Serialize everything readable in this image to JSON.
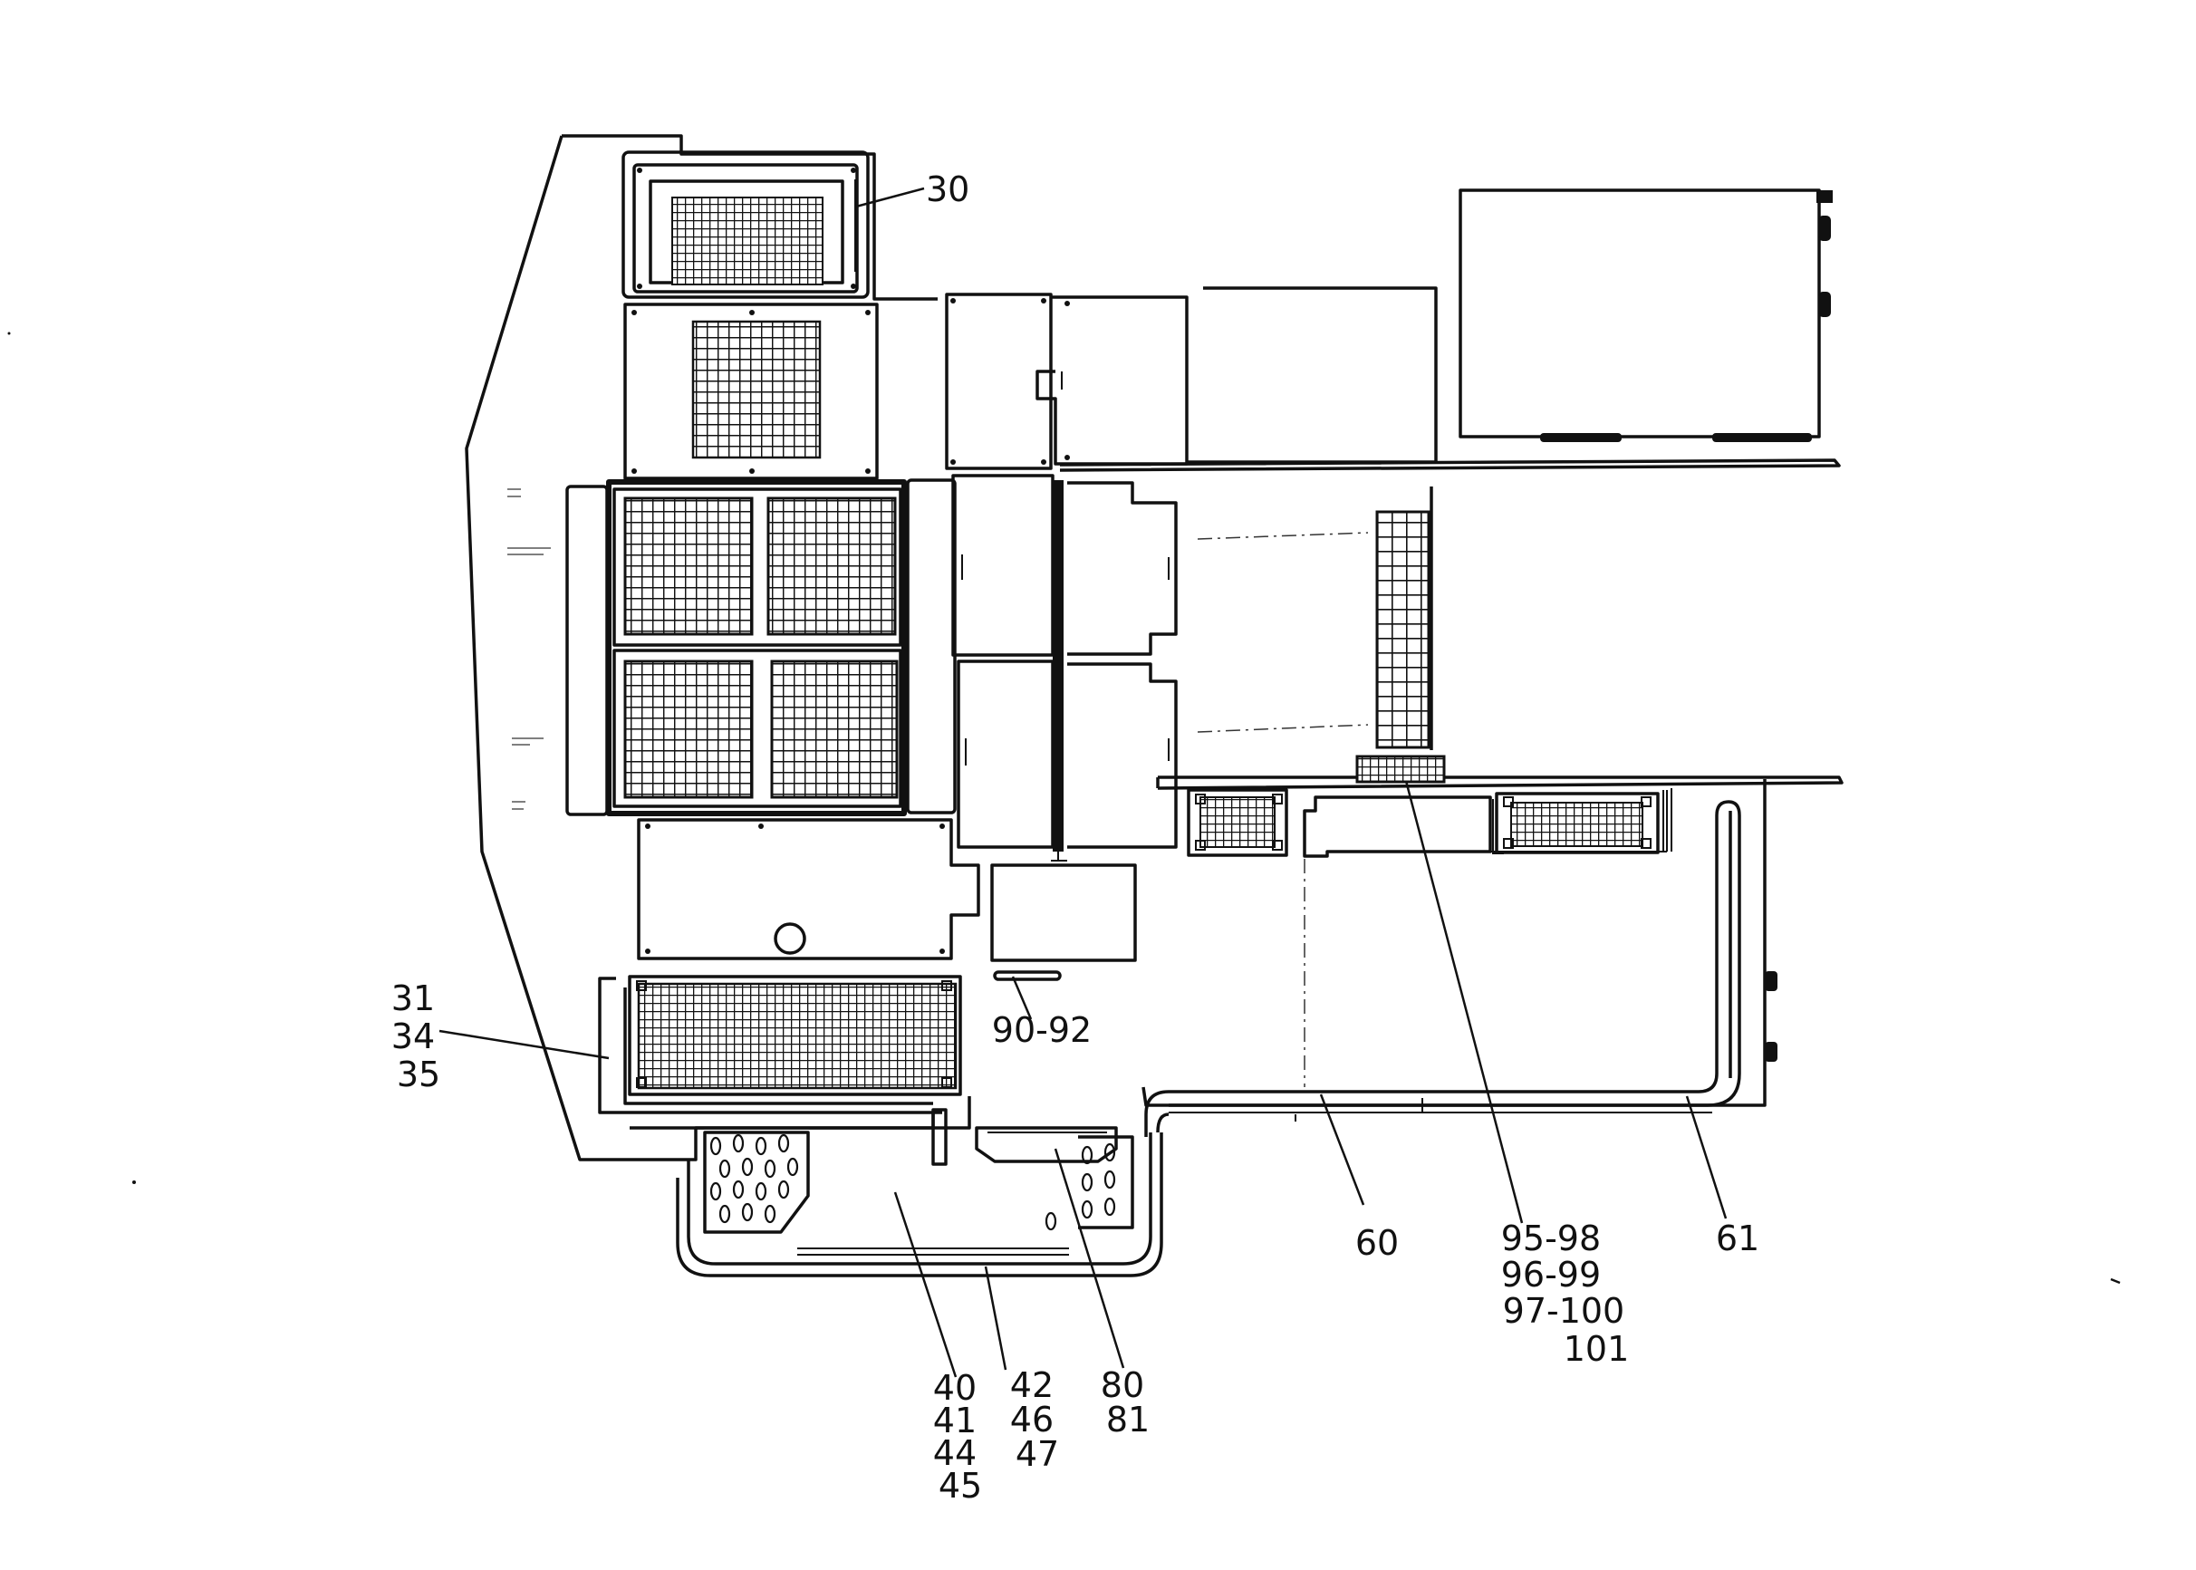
{
  "callouts": {
    "c30": {
      "lines": [
        "30"
      ]
    },
    "c31": {
      "lines": [
        "31",
        "34",
        "35"
      ]
    },
    "c40": {
      "lines": [
        "40",
        "41",
        "44",
        "45"
      ]
    },
    "c42": {
      "lines": [
        "42",
        "46",
        "47"
      ]
    },
    "c80": {
      "lines": [
        "80",
        "81"
      ]
    },
    "c90": {
      "lines": [
        "90-92"
      ]
    },
    "c60": {
      "lines": [
        "60"
      ]
    },
    "c95": {
      "lines": [
        "95-98",
        "96-99",
        "97-100",
        "101"
      ]
    },
    "c61": {
      "lines": [
        "61"
      ]
    }
  }
}
